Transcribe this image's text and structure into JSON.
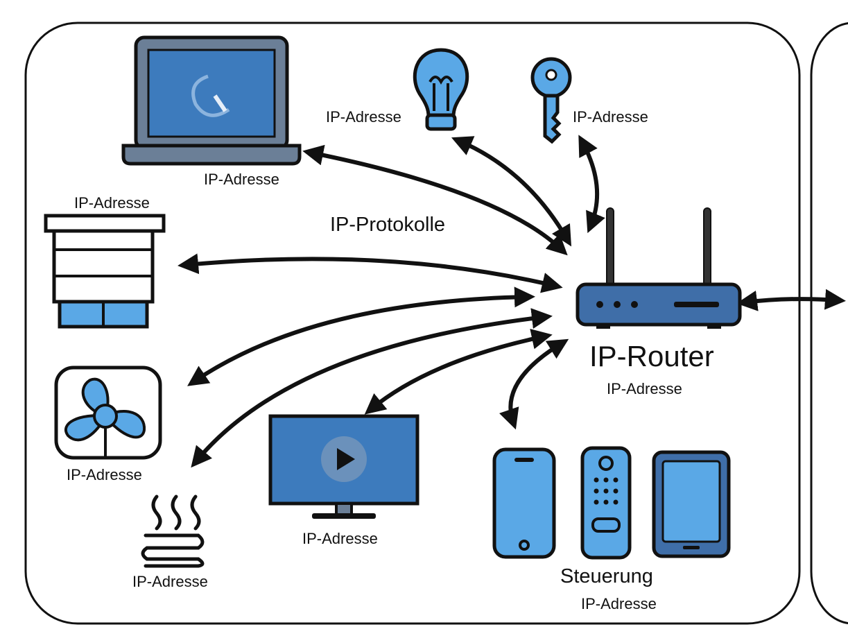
{
  "colors": {
    "device_fill": "#5aa8e6",
    "device_dark": "#3f6ea8",
    "outline": "#111111",
    "screen_gray": "#6b7f97"
  },
  "labels": {
    "laptop_ip": "IP-Adresse",
    "bulb_ip": "IP-Adresse",
    "key_ip": "IP-Adresse",
    "blinds_ip": "IP-Adresse",
    "protocols": "IP-Protokolle",
    "router_title": "IP-Router",
    "router_ip": "IP-Adresse",
    "fan_ip": "IP-Adresse",
    "tv_ip": "IP-Adresse",
    "heating_ip": "IP-Adresse",
    "control_title": "Steuerung",
    "control_ip": "IP-Adresse"
  },
  "icons": [
    "laptop-icon",
    "light-bulb-icon",
    "key-icon",
    "blinds-icon",
    "router-icon",
    "fan-icon",
    "tv-icon",
    "heating-icon",
    "smartphone-icon",
    "remote-control-icon",
    "tablet-icon"
  ]
}
